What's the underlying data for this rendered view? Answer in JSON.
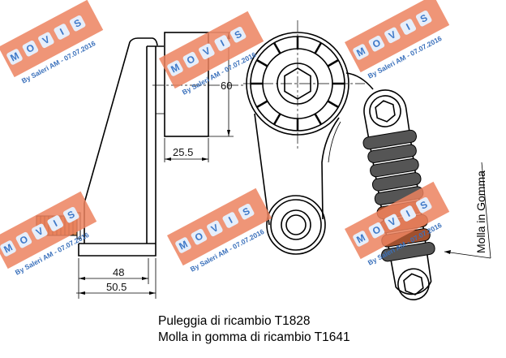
{
  "drawing": {
    "dimensions": {
      "height": "60",
      "width": "25.5",
      "inner": "48",
      "outer": "50.5"
    },
    "callout": "Molla in Gomma"
  },
  "caption": {
    "line1": "Puleggia di ricambio T1828",
    "line2": "Molla in gomma di ricambio T1641"
  },
  "watermark": {
    "letters": [
      "M",
      "O",
      "V",
      "I",
      "S"
    ],
    "byline": "By Saleri AM - 07.07.2016",
    "color": "#ec825f"
  }
}
